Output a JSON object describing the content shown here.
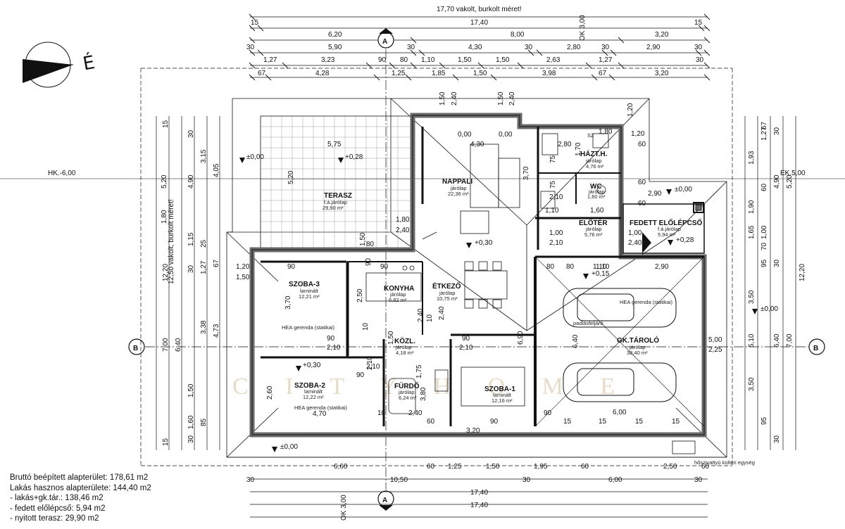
{
  "north_label": "É",
  "section_marks": {
    "a": "A",
    "b": "B"
  },
  "watermark": "C I T Y   H O M E",
  "top_dims": {
    "overall_label": "17,70  vakolt, burkolt méret!",
    "row2": [
      "15",
      "17,40",
      "15"
    ],
    "row3": [
      "6,20",
      "8,00",
      "3,20"
    ],
    "row4": [
      "30",
      "5,90",
      "30",
      "4,30",
      "30",
      "2,80",
      "30",
      "2,90",
      "30"
    ],
    "row5": [
      "1,27",
      "3,23",
      "90",
      "80",
      "1,10",
      "1,50",
      "1,50",
      "2,63",
      "1,27",
      "30"
    ],
    "row6": [
      "67",
      "4,28",
      "1,25",
      "1,85",
      "1,50",
      "3,98",
      "67",
      "3,20"
    ],
    "ok_label": "OK 3,00"
  },
  "bottom_dims": {
    "row1": [
      "6,60",
      "60",
      "1,25",
      "1,50",
      "1,95",
      "60",
      "2,50",
      "60"
    ],
    "row2": [
      "30",
      "10,50",
      "30",
      "6,00",
      "30"
    ],
    "row3": [
      "17,40"
    ],
    "row4": [
      "17,40"
    ],
    "ok_label": "OK 3,00"
  },
  "left_dims": {
    "col1": [
      "5,20",
      "1,80",
      "12,50  vakolt, burkolt méret!"
    ],
    "col2": [
      "12,20"
    ],
    "col3": [
      "4,90",
      "1,15",
      "1,50",
      "1,60"
    ],
    "col4": [
      "3,15",
      "4,05",
      "1,27",
      "3,38",
      "4,73",
      "6,40",
      "7,00",
      "85"
    ],
    "small": [
      "15",
      "30",
      "67",
      "25",
      "30",
      "15",
      "30"
    ]
  },
  "right_dims": {
    "col1": [
      "1,93",
      "1,90",
      "1,65",
      "3,50",
      "5,10",
      "3,50",
      "12,20",
      "5,20",
      "7,00"
    ],
    "col2": [
      "1,27",
      "4,90",
      "1,00",
      "6,40"
    ],
    "small": [
      "67",
      "30",
      "60",
      "70",
      "95",
      "95",
      "30",
      "30"
    ]
  },
  "level_marks": {
    "hk": "HK.-6,00",
    "ek": "EK.5,00",
    "zero": "±0,00",
    "terrace": "+0,28",
    "living": "+0,30",
    "bedroom2": "+0,30",
    "garage": "+0,15",
    "porch": "+0,28",
    "garage_right": "±0,00",
    "front": "±0,00",
    "entry_right": "±0,00"
  },
  "rooms": [
    {
      "id": "terasz",
      "name": "TERASZ",
      "floor": "f.á.járólap",
      "area": "29,90 m²"
    },
    {
      "id": "nappali",
      "name": "NAPPALI",
      "floor": "járólap",
      "area": "22,36 m²"
    },
    {
      "id": "haztar",
      "name": "HÁZT.H.",
      "floor": "járólap",
      "area": "4,76 m²"
    },
    {
      "id": "wc",
      "name": "WC",
      "floor": "járólap",
      "area": "1,60 m²"
    },
    {
      "id": "eloter",
      "name": "ELŐTÉR",
      "floor": "járólap",
      "area": "5,76 m²"
    },
    {
      "id": "fedett",
      "name": "FEDETT ELŐLÉPCSŐ",
      "floor": "f.á.járólap",
      "area": "5,94 m²"
    },
    {
      "id": "szoba3",
      "name": "SZOBA-3",
      "floor": "laminált",
      "area": "12,21 m²"
    },
    {
      "id": "konyha",
      "name": "KONYHA",
      "floor": "járólap",
      "area": "6,82 m²"
    },
    {
      "id": "etkezo",
      "name": "ÉTKEZŐ",
      "floor": "járólap",
      "area": "10,75 m²"
    },
    {
      "id": "kozl",
      "name": "KÖZL.",
      "floor": "járólap",
      "area": "4,18 m²"
    },
    {
      "id": "gktarolo",
      "name": "GK.TÁROLÓ",
      "floor": "járólap",
      "area": "38,40 m²"
    },
    {
      "id": "szoba2",
      "name": "SZOBA-2",
      "floor": "laminált",
      "area": "12,22 m²"
    },
    {
      "id": "furdo",
      "name": "FÜRDŐ",
      "floor": "járólap",
      "area": "6,24 m²"
    },
    {
      "id": "szoba1",
      "name": "SZOBA-1",
      "floor": "laminált",
      "area": "12,16 m²"
    }
  ],
  "inner_dims": {
    "terrace_w": "5,75",
    "terrace_h": "5,20",
    "living": [
      "0,00",
      "0,00",
      "4,30",
      "3,70",
      "1,80",
      "2,40",
      "1,50",
      "2,40",
      "1,50",
      "2,40"
    ],
    "utility": [
      "2,80",
      "1,80",
      "1,20",
      "75",
      "1,70",
      "75",
      "2,10",
      "1,10",
      "1,60",
      "60",
      "2,90",
      "60",
      "1,00",
      "2,10",
      "1,00",
      "2,40",
      "1,20",
      "60",
      "80",
      "1,10",
      "SZ"
    ],
    "szoba3": [
      "1,20",
      "1,50",
      "3,70",
      "90",
      "2,10",
      "90"
    ],
    "kitchen": [
      "90",
      "2,50",
      "90",
      "1,50"
    ],
    "etkezo": [
      "2,40",
      "6,90",
      "90",
      "2,10"
    ],
    "hall": [
      "1,50",
      "10",
      "90",
      "10",
      "80",
      "2,10",
      "2,40"
    ],
    "garage": [
      "80",
      "1,10",
      "2,90",
      "6,40",
      "5,00",
      "2,25"
    ],
    "szoba2": [
      "2,60",
      "4,70",
      "10"
    ],
    "furdo": [
      "3,80",
      "2,10",
      "2,40",
      "1,75"
    ],
    "szoba1": [
      "3,20",
      "90",
      "90"
    ],
    "garage_bottom": [
      "6,00",
      "15",
      "15",
      "15",
      "15",
      "60"
    ]
  },
  "notes": {
    "hea1": "HEA gerenda (statikai)",
    "hea2": "HEA gerenda (statikai)",
    "hea3": "HEA gerenda (statikai)",
    "padlas": "padlásfeljáró",
    "pump": "hőszivattyú kültéri egység"
  },
  "summary": [
    "Bruttó beépített alapterület: 178,61 m2",
    "Lakás hasznos alapterülete: 144,40 m2",
    " - lakás+gk.tár.: 138,46 m2",
    " - fedett előlépcső: 5,94 m2",
    " - nyitott terasz: 29,90 m2"
  ]
}
